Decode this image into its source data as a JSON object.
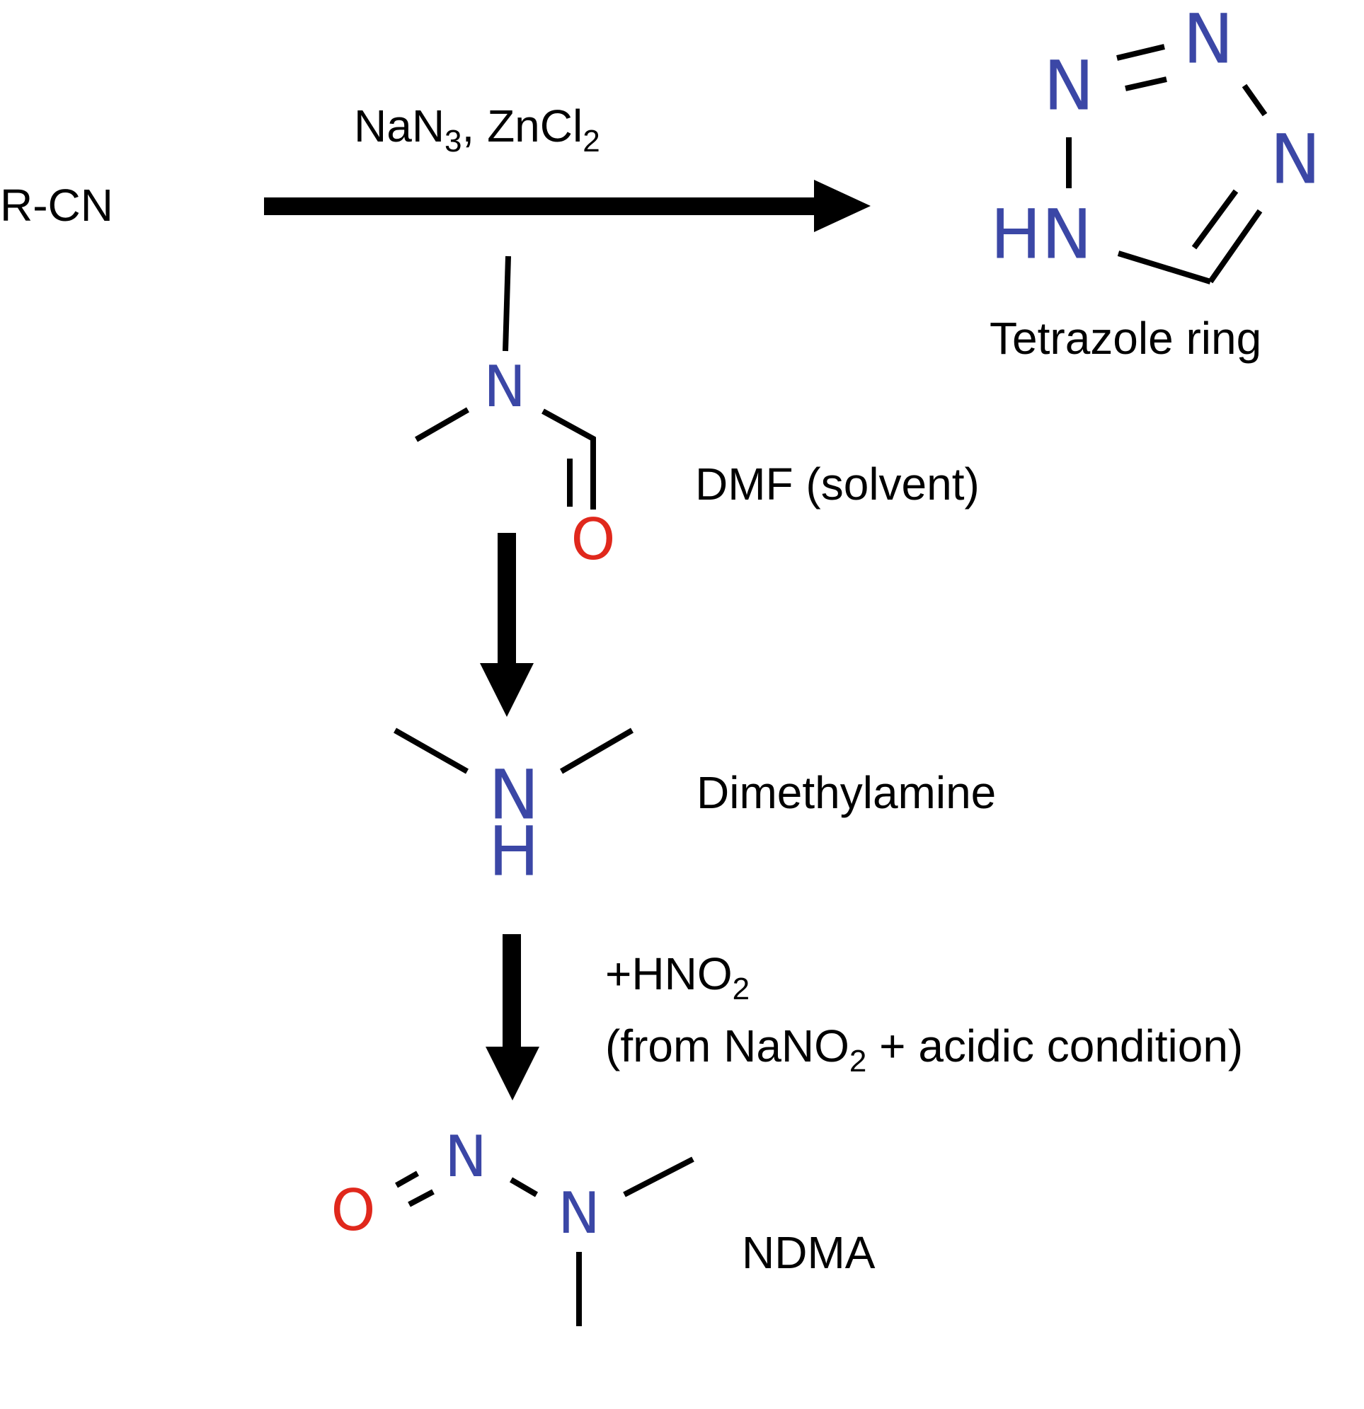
{
  "reaction": {
    "reactant": "R-CN",
    "reagents_main": "NaN",
    "reagents_main_sub": "3",
    "reagents_sep": ", ZnCl",
    "reagents_zn_sub": "2",
    "product_label": "Tetrazole ring"
  },
  "solvent": {
    "label": "DMF (solvent)"
  },
  "intermediate": {
    "label": "Dimethylamine"
  },
  "nitrosation": {
    "reagent_main": "+HNO",
    "reagent_sub": "2",
    "condition_start": "(from NaNO",
    "condition_sub": "2",
    "condition_end": " + acidic condition)"
  },
  "product2": {
    "label": "NDMA"
  },
  "atoms": {
    "N": "N",
    "HN": "HN",
    "H": "H",
    "O": "O"
  },
  "colors": {
    "nitrogen": "#3B47A6",
    "oxygen": "#E0281C",
    "bond": "#000000",
    "arrow": "#000000"
  }
}
